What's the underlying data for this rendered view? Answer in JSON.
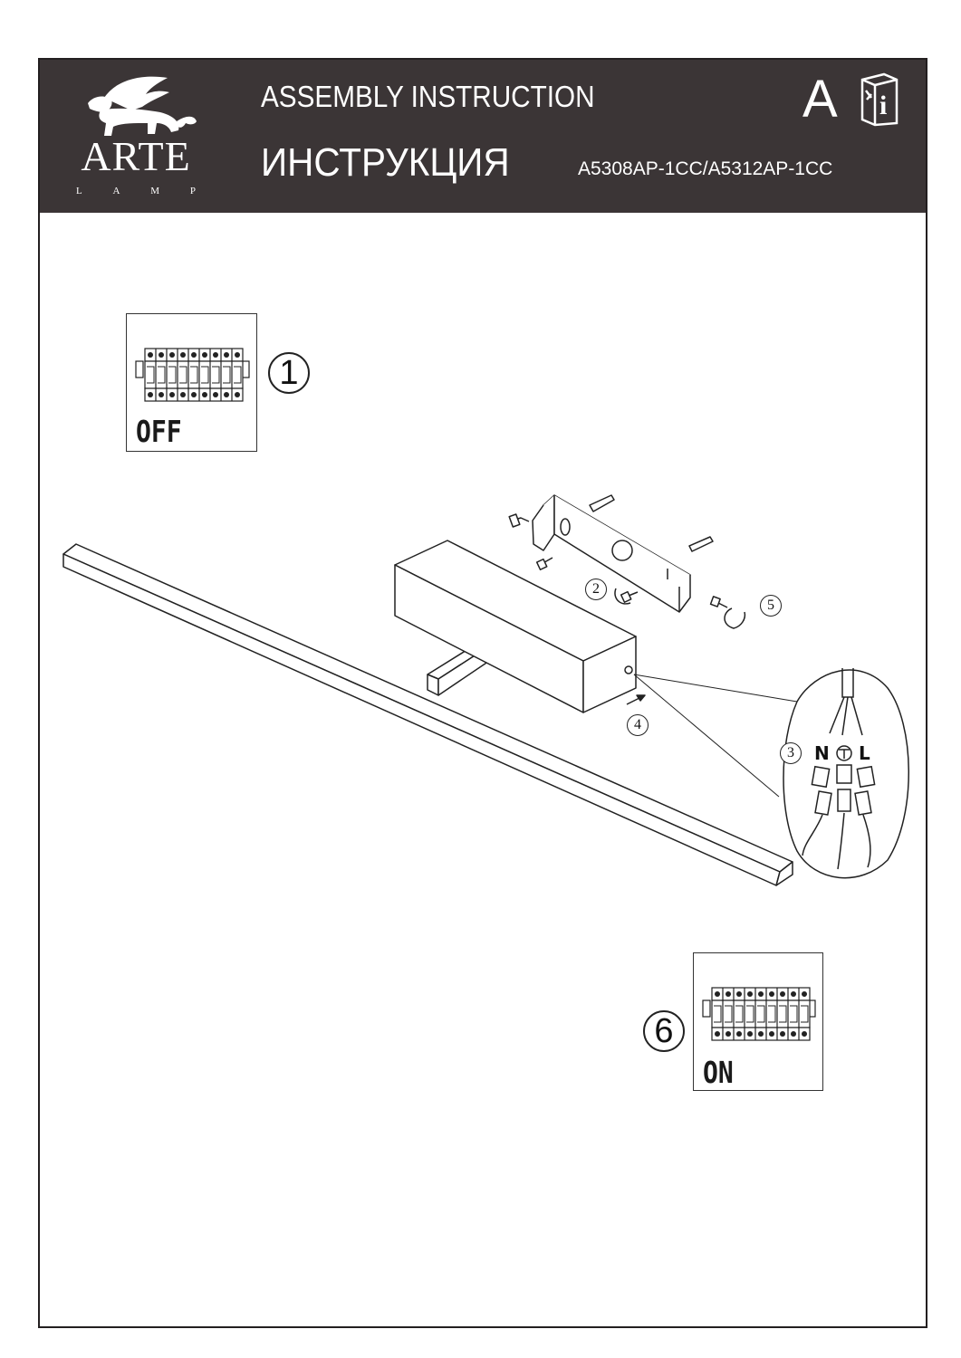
{
  "header": {
    "brand_name": "ARTE",
    "brand_sub_letters": [
      "L",
      "A",
      "M",
      "P"
    ],
    "title_en": "ASSEMBLY  INSTRUCTION",
    "title_ru": "ИНСТРУКЦИЯ",
    "model": "A5308AP-1CC/A5312AP-1CC",
    "language": "A",
    "colors": {
      "header_bg": "#3b3536",
      "header_text": "#ffffff"
    },
    "icons": [
      "griffin-logo-icon",
      "manual-book-icon"
    ]
  },
  "panels": {
    "off": {
      "label": "OFF",
      "step": "1"
    },
    "on": {
      "label": "ON",
      "step": "6"
    }
  },
  "steps": {
    "s2": "2",
    "s3": "3",
    "s4": "4",
    "s5": "5"
  },
  "wiring": {
    "neutral": "N",
    "live": "L",
    "ground_icon": "ground-symbol-icon"
  }
}
